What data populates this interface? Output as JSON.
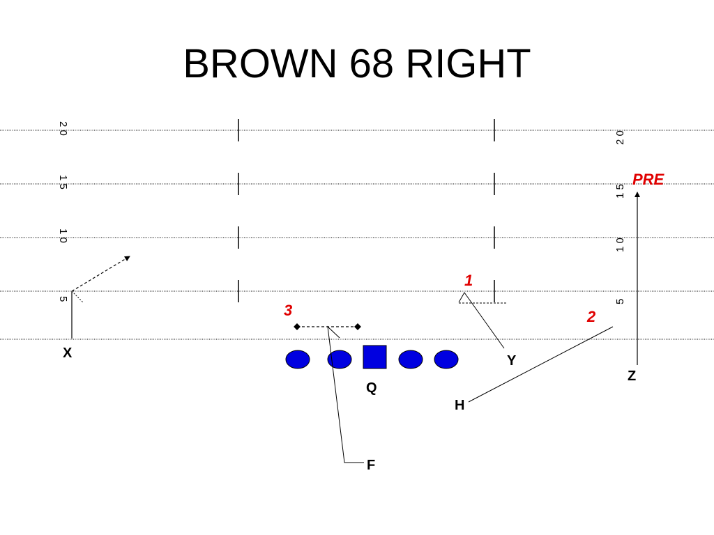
{
  "title": "BROWN 68 RIGHT",
  "colors": {
    "lineman": "#0000e0",
    "progression": "#e00000",
    "lines": "#000000"
  },
  "yard_labels": {
    "left": [
      "2 0",
      "1 5",
      "1 0",
      "5"
    ],
    "right": [
      "2 0",
      "1 5",
      "1 0",
      "5"
    ]
  },
  "players": {
    "x": "X",
    "y": "Y",
    "z": "Z",
    "q": "Q",
    "h": "H",
    "f": "F"
  },
  "progression": {
    "first": "1",
    "second": "2",
    "third": "3",
    "pre": "PRE"
  }
}
